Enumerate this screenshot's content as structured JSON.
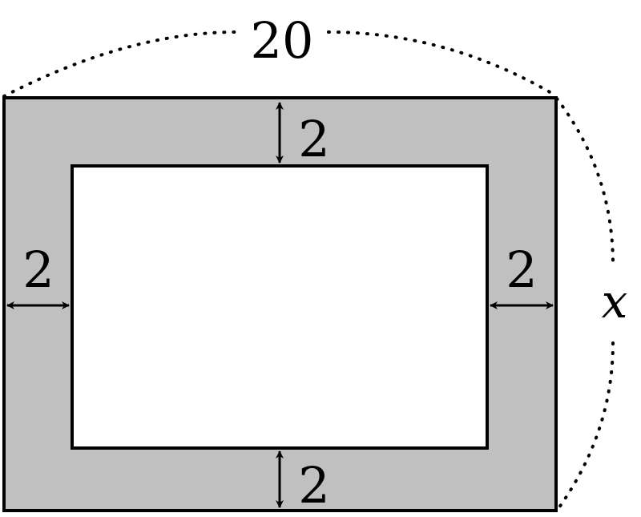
{
  "diagram": {
    "top_label": "20",
    "side_label": "x",
    "gap_top": "2",
    "gap_bottom": "2",
    "gap_left": "2",
    "gap_right": "2",
    "colors": {
      "frame_fill": "#c0c0c0",
      "inner_fill": "#ffffff",
      "stroke": "#000000"
    }
  }
}
